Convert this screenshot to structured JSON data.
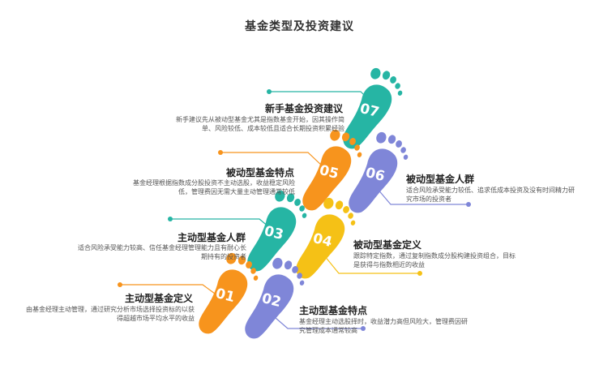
{
  "title": "基金类型及投资建议",
  "colors": {
    "orange": "#f7941d",
    "teal": "#26b5a4",
    "purple": "#7f86d8",
    "yellow": "#f5c116"
  },
  "steps": [
    {
      "num": "01",
      "title": "主动型基金定义",
      "desc": "由基金经理主动管理，通过研究分析市场选择投资标的以获得超越市场平均水平的收益",
      "color": "orange"
    },
    {
      "num": "02",
      "title": "主动型基金特点",
      "desc": "基金经理主动选股择时，收益潜力高但风险大，管理费因研究管理成本通常较高",
      "color": "purple"
    },
    {
      "num": "03",
      "title": "主动型基金人群",
      "desc": "适合风险承受能力较高、信任基金经理管理能力且有耐心长期持有的投资者",
      "color": "teal"
    },
    {
      "num": "04",
      "title": "被动型基金定义",
      "desc": "跟踪特定指数，通过复制指数成分股构建投资组合，目标是获得与指数相近的收益",
      "color": "yellow"
    },
    {
      "num": "05",
      "title": "被动型基金特点",
      "desc": "基金经理根据指数成分股投资不主动选股，收益稳定风险低，管理费因无需大量主动管理通常较低",
      "color": "orange"
    },
    {
      "num": "06",
      "title": "被动型基金人群",
      "desc": "适合风险承受能力较低、追求低成本投资及没有时间精力研究市场的投资者",
      "color": "purple"
    },
    {
      "num": "07",
      "title": "新手基金投资建议",
      "desc": "新手建议先从被动型基金尤其是指数基金开始，因其操作简单、风险较低、成本较低且适合长期投资积累经验",
      "color": "teal"
    }
  ]
}
